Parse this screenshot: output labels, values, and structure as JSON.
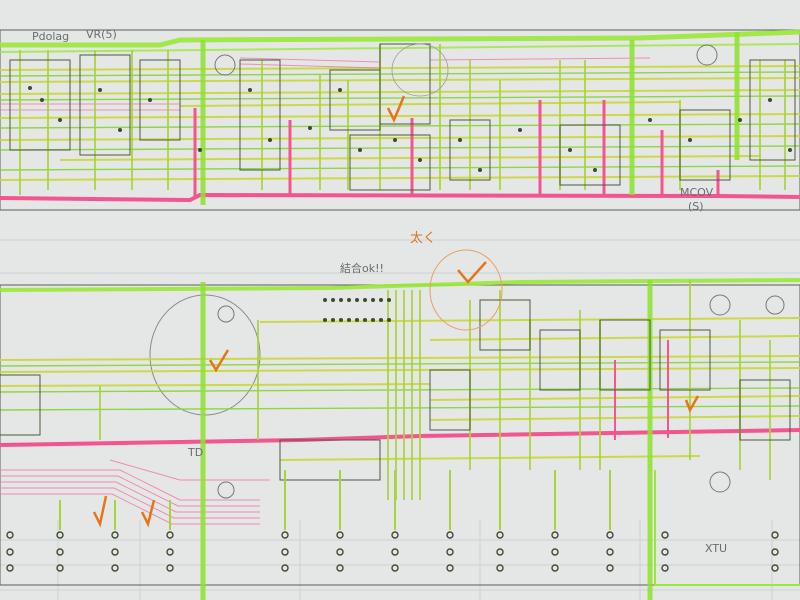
{
  "scene": {
    "subject": "pcb-schematic-printout",
    "colors": {
      "paper": "#f2f3f1",
      "grid": "#c7ccd0",
      "trace_green": "#8fe22f",
      "trace_yellow": "#d6d63a",
      "trace_pink": "#f2558f",
      "trace_dark": "#4d5a3c",
      "ink_orange": "#e8741a",
      "ink_pencil": "#7c7c82"
    }
  },
  "annotations": {
    "top_left_1": "Pdolag",
    "top_left_2": "VR(5)",
    "top_right": "MCOV",
    "top_right_sub": "(S)",
    "middle_pencil": "結合ok!!",
    "middle_orange": "太く",
    "bottom_left_ref": "TD",
    "bottom_right": "XTU"
  }
}
